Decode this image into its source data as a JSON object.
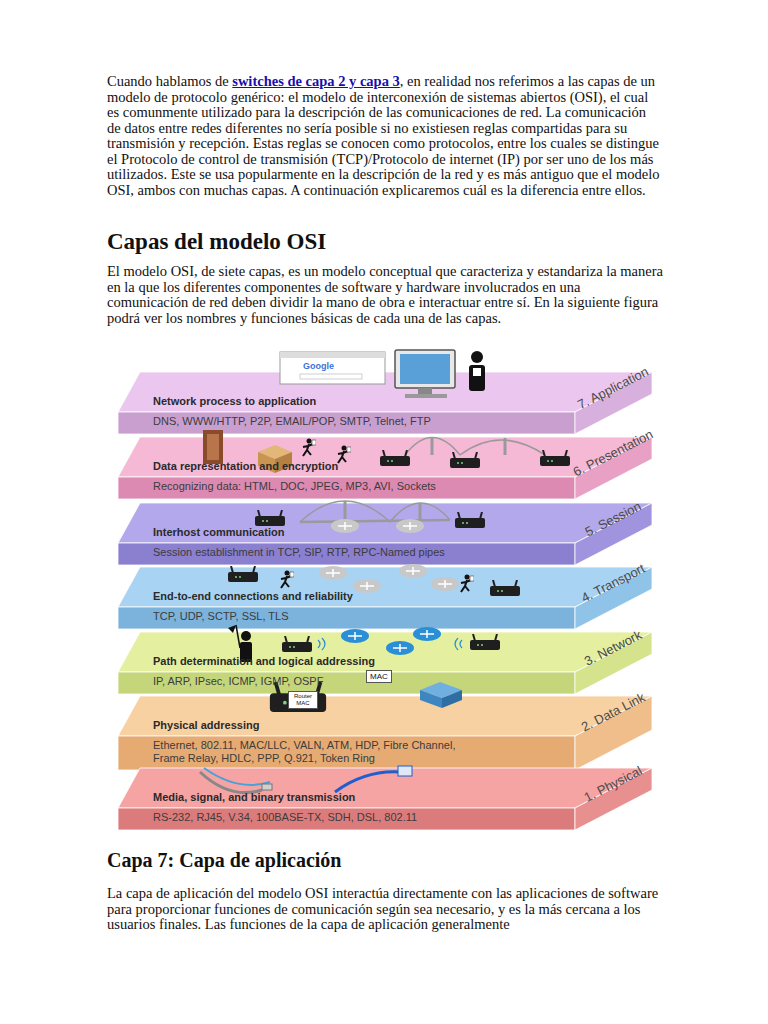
{
  "diagram": {
    "title": "Capas del modelo OSI",
    "nodes": [
      {
        "text": [
          "7. Application",
          "Network process to application",
          "DNS, WWW/HTTP, P2P, EMAIL/POP, SMTP, Telnet, FTP"
        ]
      },
      {
        "text": [
          "6. Presentation",
          "Data representation and encryption",
          "Recognizing data: HTML, DOC, JPEG, MP3, AVI, Sockets"
        ]
      },
      {
        "text": [
          "5. Session",
          "Interhost communication",
          "Session establishment in TCP, SIP, RTP, RPC-Named pipes"
        ]
      },
      {
        "text": [
          "4. Transport",
          "End-to-end connections and reliability",
          "TCP, UDP, SCTP, SSL, TLS"
        ]
      },
      {
        "text": [
          "3. Network",
          "Path determination and logical addressing",
          "IP, ARP, IPsec, ICMP, IGMP, OSPF"
        ]
      },
      {
        "text": [
          "2. Data Link",
          "Physical addressing",
          "Ethernet, 802.11, MAC/LLC, VALN, ATM, HDP, Fibre Channel, Frame Relay, HDLC, PPP, Q.921, Token Ring"
        ]
      },
      {
        "text": [
          "1. Physical",
          "Media, signal, and binary transmission",
          "RS-232, RJ45, V.34, 100BASE-TX, SDH, DSL, 802.11"
        ]
      }
    ],
    "labels": [
      "Cuando hablamos de",
      "switches de capa 2 y capa 3",
      ", en realidad nos referimos a las capas de un modelo de protocolo genérico: el modelo de interconexión de sistemas abiertos (OSI), el cual es comunmente utilizado para la descripción de las comunicaciones de red. La comunicación de datos entre redes diferentes no sería posible si no existiesen reglas compartidas para su transmisión y recepción. Estas reglas se conocen como protocolos, entre los cuales se distingue el Protocolo de control de transmisión (TCP)/Protocolo de internet (IP) por ser uno de los más utilizados. Este se usa popularmente en la descripción de la red y es más antiguo que el modelo OSI, ambos con muchas capas. A continuación explicaremos cuál es la diferencia entre ellos.",
      "El modelo OSI, de siete capas, es un modelo conceptual que caracteriza y estandariza la manera en la que los diferentes componentes de software y hardware involucrados en una comunicación de red deben dividir la mano de obra e interactuar entre sí. En la siguiente figura podrá ver los nombres y funciones básicas de cada una de las capas.",
      "Google",
      "Router MAC",
      "MAC",
      "Capa 7: Capa de aplicación",
      "La capa de aplicación del modelo OSI interactúa directamente con las aplicaciones de software para proporcionar funciones de comunicación según sea necesario, y es la más cercana a los usuarios finales. Las funciones de la capa de aplicación generalmente"
    ]
  }
}
